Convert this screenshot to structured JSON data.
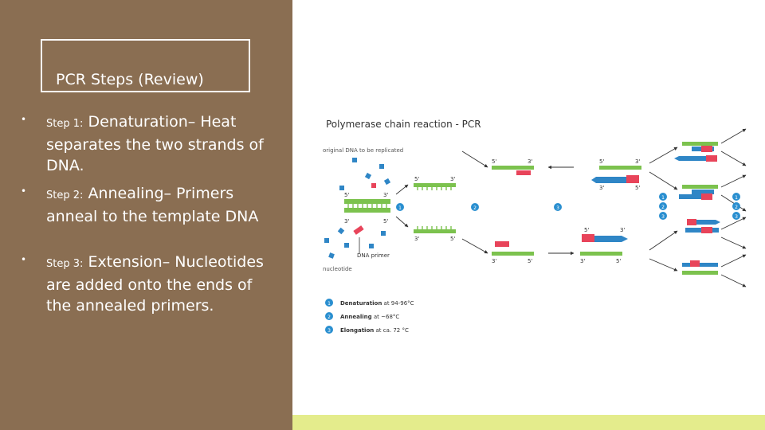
{
  "slide": {
    "title": "PCR Steps (Review)",
    "bullets": [
      {
        "step": "Step 1:",
        "text": "Denaturation– Heat separates the two strands of DNA."
      },
      {
        "step": "Step 2:",
        "text": "Annealing– Primers anneal to the template DNA"
      },
      {
        "step": "Step 3:",
        "text": "Extension– Nucleotides are added onto the ends of the annealed primers."
      }
    ]
  },
  "diagram": {
    "title": "Polymerase chain reaction - PCR",
    "original_dna_label": "original DNA to be replicated",
    "primer_label": "DNA primer",
    "nucleotide_label": "nucleotide",
    "end_5": "5'",
    "end_3": "3'",
    "step_numbers": [
      "1",
      "2",
      "3"
    ],
    "legend": [
      {
        "num": "1",
        "name": "Denaturation",
        "detail": "at 94-96°C"
      },
      {
        "num": "2",
        "name": "Annealing",
        "detail": "at ~68°C"
      },
      {
        "num": "3",
        "name": "Elongation",
        "detail": "at ca. 72 °C"
      }
    ],
    "colors": {
      "green": "#7cc24e",
      "blue": "#2f86c6",
      "red": "#e8445a",
      "badge": "#2a8fd0",
      "arrow": "#333333"
    }
  }
}
